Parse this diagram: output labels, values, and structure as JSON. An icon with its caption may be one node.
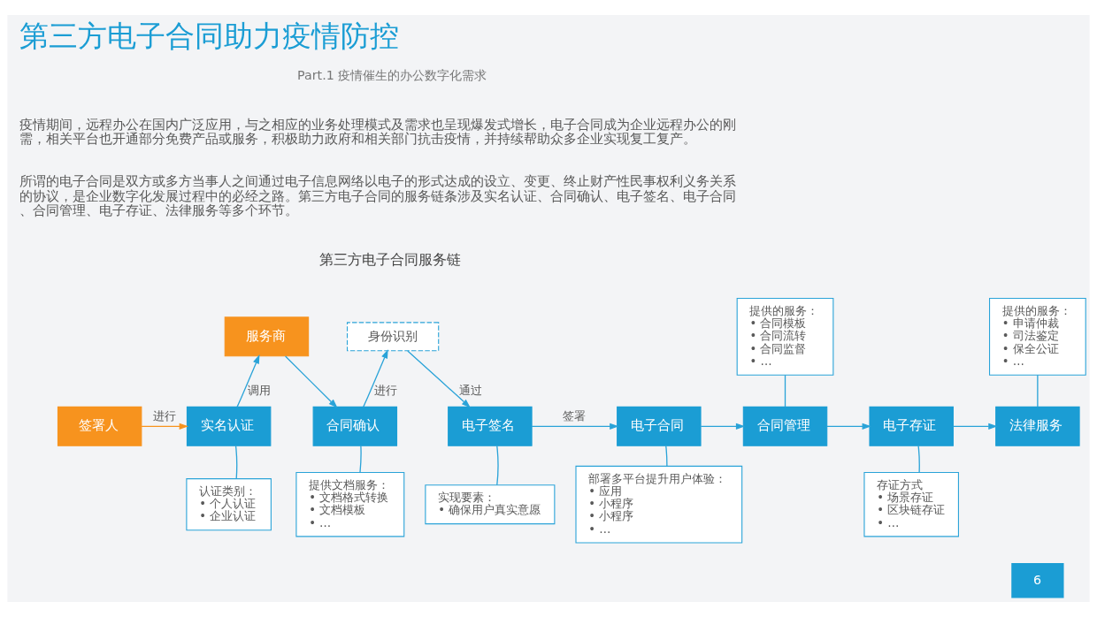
{
  "diagram": {
    "title": "第三方电子合同助力疫情防控",
    "nodes": [
      {
        "text": [
          "提供的服务：",
          "• 合同模板",
          "• 合同流转",
          "• 合同监督",
          "• …"
        ]
      },
      {
        "text": [
          "提供的服务：",
          "• 申请仲裁",
          "• 司法鉴定",
          "• 保全公证",
          "• …"
        ]
      },
      {
        "text": [
          "服务商"
        ]
      },
      {
        "text": [
          "身份识别"
        ]
      },
      {
        "text": [
          "签署人"
        ]
      },
      {
        "text": [
          "实名认证"
        ]
      },
      {
        "text": [
          "合同确认"
        ]
      },
      {
        "text": [
          "电子签名"
        ]
      },
      {
        "text": [
          "电子合同"
        ]
      },
      {
        "text": [
          "合同管理"
        ]
      },
      {
        "text": [
          "电子存证"
        ]
      },
      {
        "text": [
          "法律服务"
        ]
      },
      {
        "text": [
          "认证类别：",
          "• 个人认证",
          "• 企业认证"
        ]
      },
      {
        "text": [
          "提供文档服务：",
          "• 文档格式转换",
          "• 文档模板",
          "• …"
        ]
      },
      {
        "text": [
          "实现要素：",
          "• 确保用户真实意愿"
        ]
      },
      {
        "text": [
          "部署多平台提升用户体验：",
          "• 应用",
          "• 小程序",
          "• 小程序",
          "• …"
        ]
      },
      {
        "text": [
          "存证方式",
          "• 场景存证",
          "• 区块链存证",
          "• …"
        ]
      }
    ],
    "edges": [
      {
        "from": 4,
        "to": 5,
        "arrow": "to",
        "label": "进行",
        "color": "#f7931e"
      },
      {
        "from": 5,
        "to": 2,
        "arrow": "to",
        "label": "调用"
      },
      {
        "from": 2,
        "to": 6,
        "arrow": "to"
      },
      {
        "from": 6,
        "to": 3,
        "arrow": "to",
        "label": "进行"
      },
      {
        "from": 3,
        "to": 7,
        "arrow": "to",
        "label": "通过"
      },
      {
        "from": 7,
        "to": 8,
        "arrow": "to",
        "label": "签署"
      },
      {
        "from": 8,
        "to": 9,
        "arrow": "to"
      },
      {
        "from": 9,
        "to": 10,
        "arrow": "to"
      },
      {
        "from": 10,
        "to": 11,
        "arrow": "to"
      },
      {
        "from": 0,
        "to": 9,
        "arrow": "none"
      },
      {
        "from": 1,
        "to": 11,
        "arrow": "none"
      },
      {
        "from": 12,
        "to": 5,
        "arrow": "none"
      },
      {
        "from": 13,
        "to": 6,
        "arrow": "none"
      },
      {
        "from": 14,
        "to": 7,
        "arrow": "none"
      },
      {
        "from": 15,
        "to": 8,
        "arrow": "none"
      },
      {
        "from": 16,
        "to": 10,
        "arrow": "none"
      }
    ],
    "labels": [
      "Part.1 疫情催生的办公数字化需求",
      "疫情期间，远程办公在国内广泛应用，与之相应的业务处理模式及需求也呈现爆发式增长，电子合同成为企业远程办公的刚需，相关平台也开通部分免费产品或服务，积极助力政府和相关部门抗击疫情，并持续帮助众多企业实现复工复产。",
      "所谓的电子合同是双方或多方当事人之间通过电子信息网络以电子的形式达成的设立、变更、终止财产性民事权利义务关系的协议，是企业数字化发展过程中的必经之路。第三方电子合同的服务链条涉及实名认证、合同确认、电子签名、电子合同、合同管理、电子存证、法律服务等多个环节。",
      "第三方电子合同服务链",
      "6"
    ]
  }
}
